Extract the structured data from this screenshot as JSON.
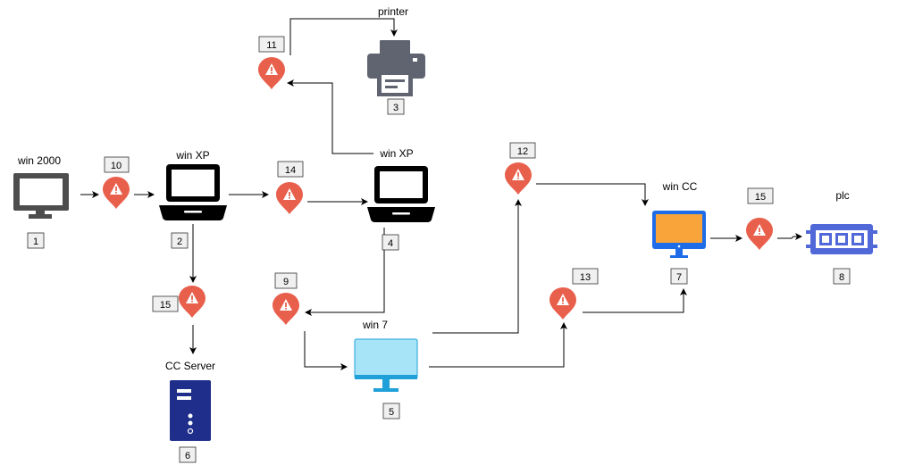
{
  "nodes": {
    "win2000": {
      "label": "win 2000",
      "number": "1"
    },
    "winxp_a": {
      "label": "win XP",
      "number": "2"
    },
    "printer": {
      "label": "printer",
      "number": "3"
    },
    "winxp_b": {
      "label": "win XP",
      "number": "4"
    },
    "win7": {
      "label": "win 7",
      "number": "5"
    },
    "ccserver": {
      "label": "CC  Server",
      "number": "6"
    },
    "wincc": {
      "label": "win CC",
      "number": "7"
    },
    "plc": {
      "label": "plc",
      "number": "8"
    }
  },
  "warnings": {
    "w10": {
      "number": "10"
    },
    "w11": {
      "number": "11"
    },
    "w14": {
      "number": "14"
    },
    "w15a": {
      "number": "15"
    },
    "w9": {
      "number": "9"
    },
    "w12": {
      "number": "12"
    },
    "w13": {
      "number": "13"
    },
    "w15b": {
      "number": "15"
    }
  },
  "colors": {
    "warning": "#E8604C",
    "monitor_dark": "#4D4D4D",
    "laptop": "#000000",
    "printer": "#5F6470",
    "win7_screen": "#A8E4F8",
    "win7_stand": "#1FA0D8",
    "wincc_screen": "#F8A43A",
    "wincc_frame": "#1E6CE8",
    "server": "#1E2E8A",
    "plc": "#5068D8"
  }
}
